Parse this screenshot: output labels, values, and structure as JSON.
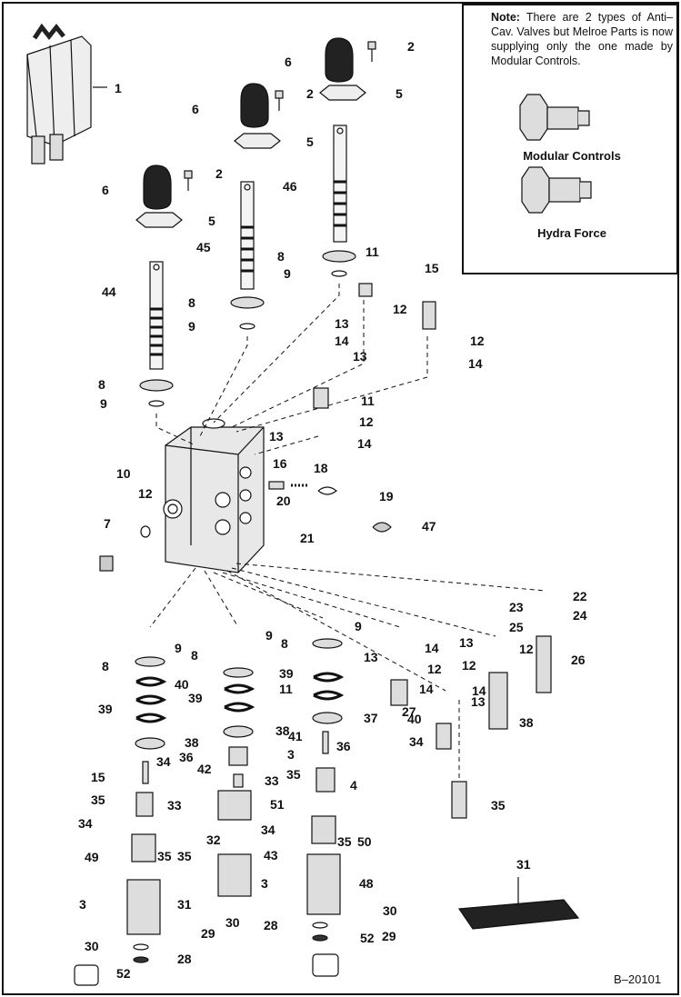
{
  "note": {
    "label": "Note:",
    "body": "There are 2 types of Anti–Cav. Valves but Melroe Parts is now supplying only the one made by Modular Controls.",
    "valve_types": [
      "Modular Controls",
      "Hydra Force"
    ]
  },
  "figure_id": "B–20101",
  "callouts": [
    {
      "n": "1"
    },
    {
      "n": "2"
    },
    {
      "n": "2"
    },
    {
      "n": "2"
    },
    {
      "n": "6"
    },
    {
      "n": "6"
    },
    {
      "n": "6"
    },
    {
      "n": "5"
    },
    {
      "n": "5"
    },
    {
      "n": "5"
    },
    {
      "n": "46"
    },
    {
      "n": "45"
    },
    {
      "n": "44"
    },
    {
      "n": "8"
    },
    {
      "n": "9"
    },
    {
      "n": "8"
    },
    {
      "n": "9"
    },
    {
      "n": "8"
    },
    {
      "n": "9"
    },
    {
      "n": "11"
    },
    {
      "n": "15"
    },
    {
      "n": "12"
    },
    {
      "n": "13"
    },
    {
      "n": "14"
    },
    {
      "n": "13"
    },
    {
      "n": "12"
    },
    {
      "n": "14"
    },
    {
      "n": "11"
    },
    {
      "n": "12"
    },
    {
      "n": "13"
    },
    {
      "n": "14"
    },
    {
      "n": "10"
    },
    {
      "n": "16"
    },
    {
      "n": "18"
    },
    {
      "n": "19"
    },
    {
      "n": "12"
    },
    {
      "n": "20"
    },
    {
      "n": "7"
    },
    {
      "n": "47"
    },
    {
      "n": "21"
    },
    {
      "n": "22"
    },
    {
      "n": "23"
    },
    {
      "n": "24"
    },
    {
      "n": "25"
    },
    {
      "n": "26"
    },
    {
      "n": "9"
    },
    {
      "n": "9"
    },
    {
      "n": "9"
    },
    {
      "n": "8"
    },
    {
      "n": "8"
    },
    {
      "n": "8"
    },
    {
      "n": "14"
    },
    {
      "n": "13"
    },
    {
      "n": "14"
    },
    {
      "n": "13"
    },
    {
      "n": "12"
    },
    {
      "n": "12"
    },
    {
      "n": "40"
    },
    {
      "n": "40"
    },
    {
      "n": "39"
    },
    {
      "n": "39"
    },
    {
      "n": "39"
    },
    {
      "n": "11"
    },
    {
      "n": "14"
    },
    {
      "n": "13"
    },
    {
      "n": "12"
    },
    {
      "n": "27"
    },
    {
      "n": "38"
    },
    {
      "n": "38"
    },
    {
      "n": "38"
    },
    {
      "n": "37"
    },
    {
      "n": "41"
    },
    {
      "n": "36"
    },
    {
      "n": "15"
    },
    {
      "n": "34"
    },
    {
      "n": "34"
    },
    {
      "n": "36"
    },
    {
      "n": "3"
    },
    {
      "n": "42"
    },
    {
      "n": "33"
    },
    {
      "n": "35"
    },
    {
      "n": "33"
    },
    {
      "n": "35"
    },
    {
      "n": "4"
    },
    {
      "n": "51"
    },
    {
      "n": "35"
    },
    {
      "n": "34"
    },
    {
      "n": "35"
    },
    {
      "n": "35"
    },
    {
      "n": "34"
    },
    {
      "n": "35"
    },
    {
      "n": "50"
    },
    {
      "n": "32"
    },
    {
      "n": "43"
    },
    {
      "n": "49"
    },
    {
      "n": "31"
    },
    {
      "n": "3"
    },
    {
      "n": "31"
    },
    {
      "n": "3"
    },
    {
      "n": "48"
    },
    {
      "n": "30"
    },
    {
      "n": "30"
    },
    {
      "n": "29"
    },
    {
      "n": "30"
    },
    {
      "n": "29"
    },
    {
      "n": "28"
    },
    {
      "n": "28"
    },
    {
      "n": "52"
    },
    {
      "n": "52"
    }
  ]
}
